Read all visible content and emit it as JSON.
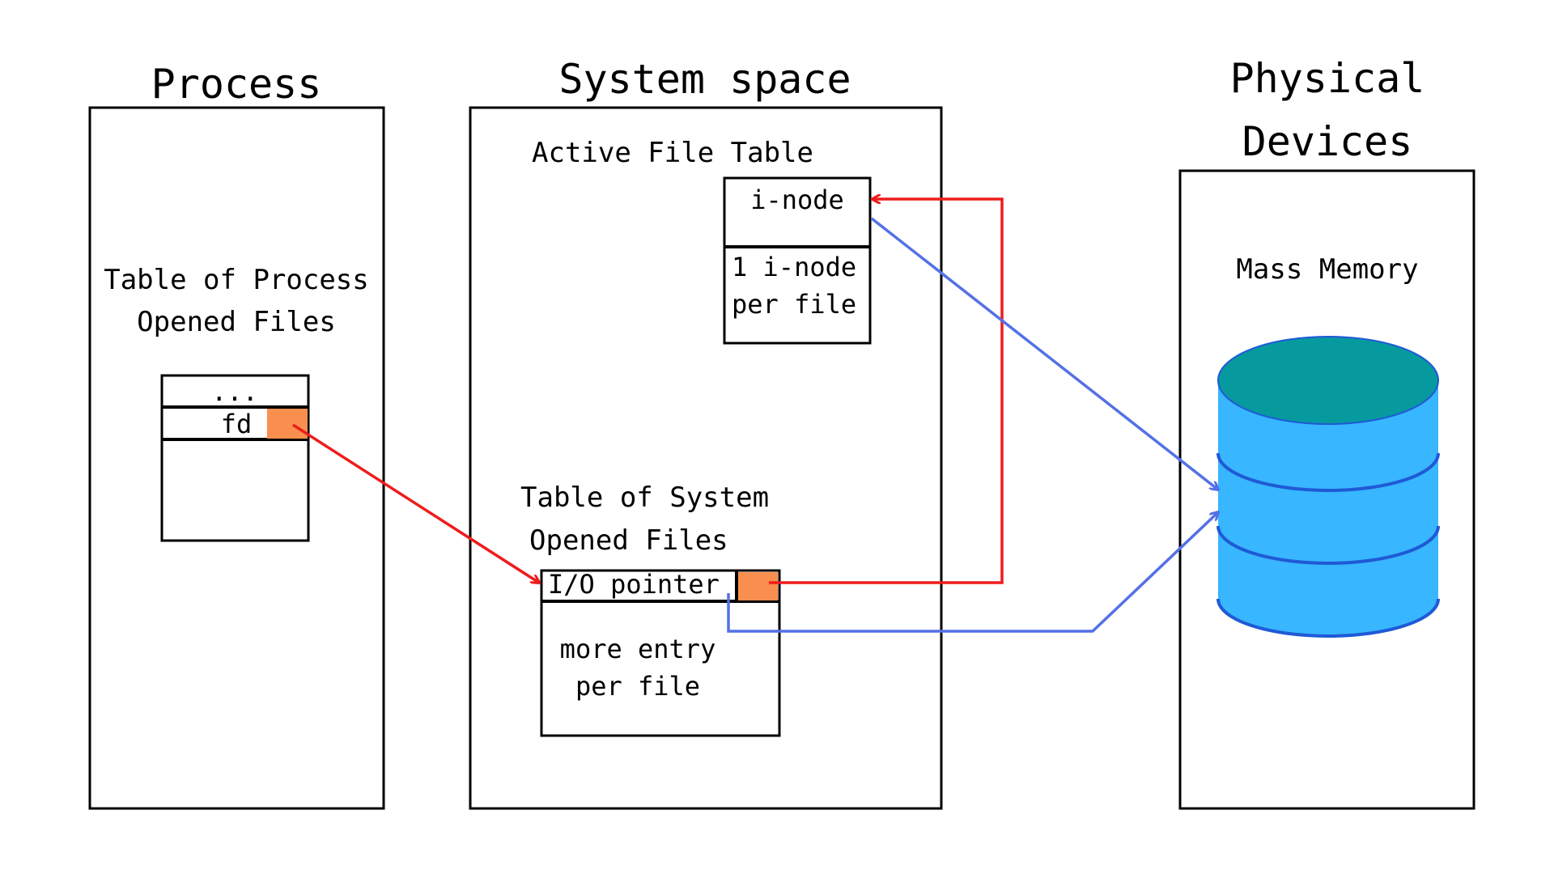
{
  "columns": {
    "process": {
      "title": "Process",
      "table_label_line1": "Table of Process",
      "table_label_line2": "Opened Files",
      "ellipsis_row": "...",
      "fd_row": "fd"
    },
    "system_space": {
      "title": "System space",
      "active_file_table": {
        "label": "Active File Table",
        "inode_row": "i-node",
        "inode_note_line1": "1 i-node",
        "inode_note_line2": "per file"
      },
      "system_open_files": {
        "label_line1": "Table of System",
        "label_line2": "Opened Files",
        "io_pointer_row": "I/O pointer",
        "more_entry_line1": "more entry",
        "more_entry_line2": "per file"
      }
    },
    "physical_devices": {
      "title_line1": "Physical",
      "title_line2": "Devices",
      "storage_label": "Mass Memory",
      "storage_icon": "database-cylinder-icon"
    }
  },
  "colors": {
    "outline": "#000000",
    "pointer_slot": "#f98f4f",
    "reference_arrow": "#ee1c1c",
    "data_arrow": "#5470e6",
    "disk_body": "#38b6ff",
    "disk_top": "#069a9f",
    "disk_band": "#1f5ad6"
  }
}
